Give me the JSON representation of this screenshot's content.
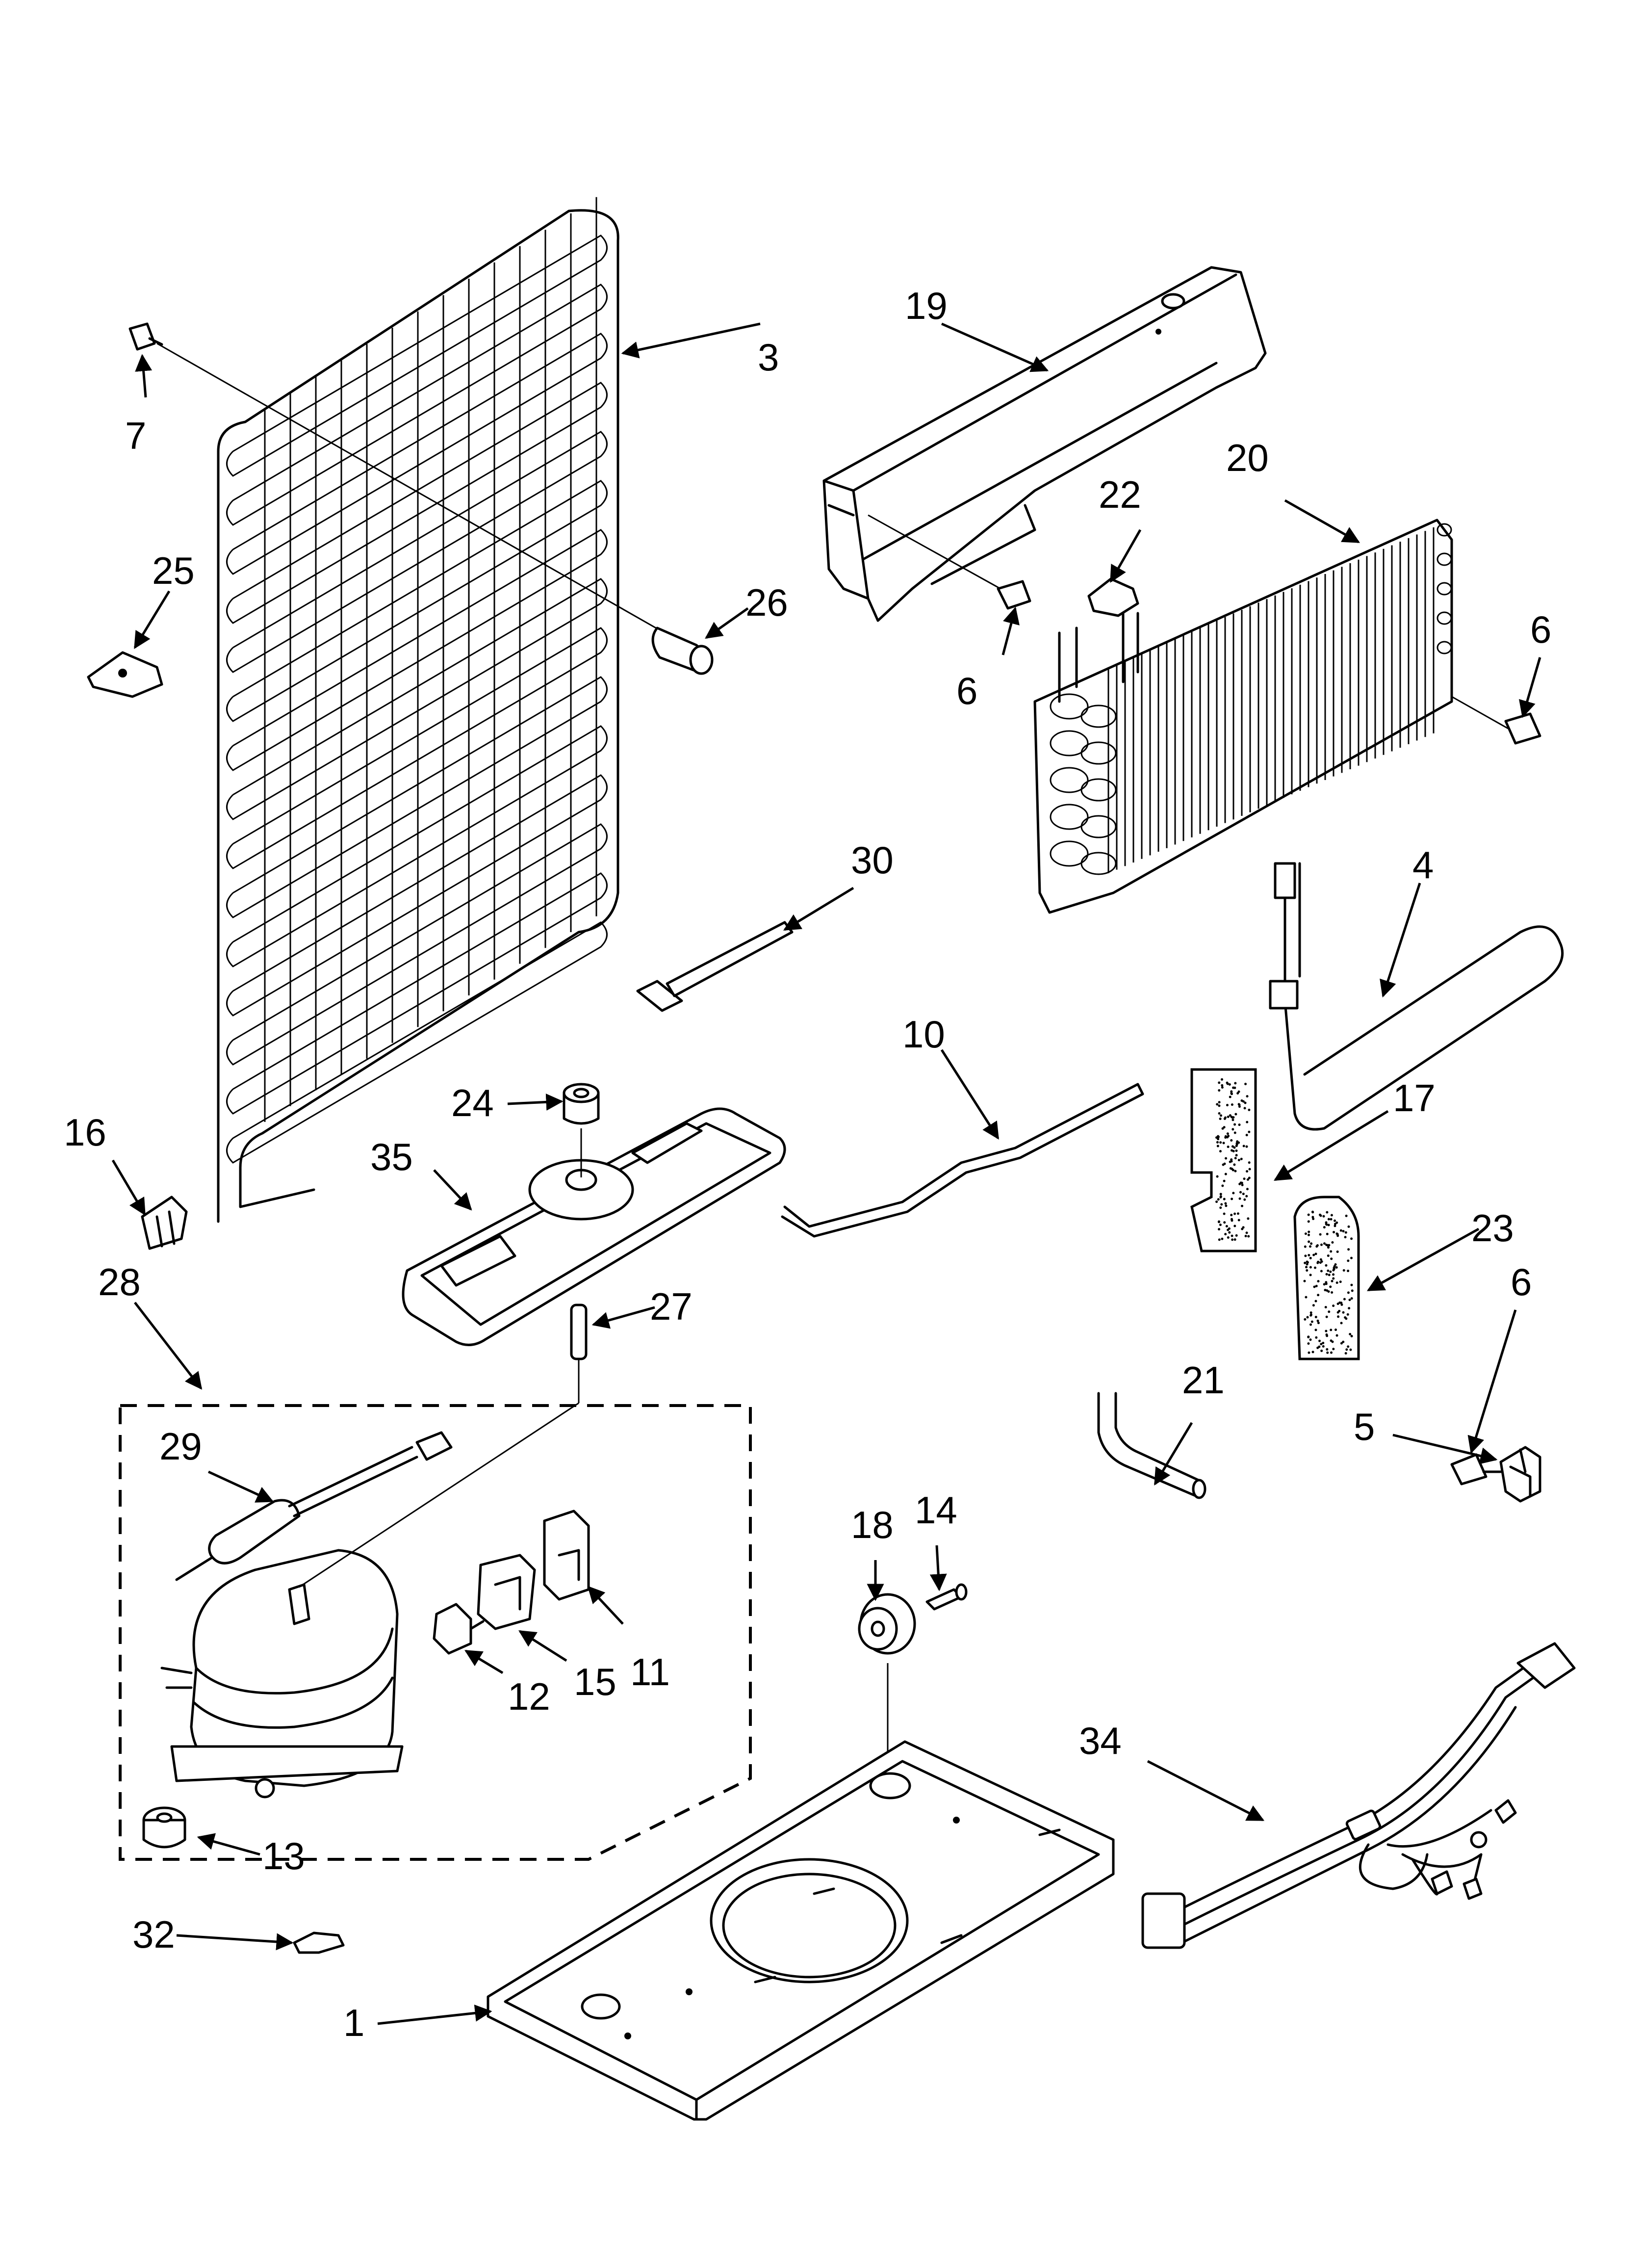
{
  "callouts": [
    {
      "id": "c1",
      "label": "1"
    },
    {
      "id": "c3",
      "label": "3"
    },
    {
      "id": "c4",
      "label": "4"
    },
    {
      "id": "c5",
      "label": "5"
    },
    {
      "id": "c6a",
      "label": "6"
    },
    {
      "id": "c6b",
      "label": "6"
    },
    {
      "id": "c6c",
      "label": "6"
    },
    {
      "id": "c7",
      "label": "7"
    },
    {
      "id": "c10",
      "label": "10"
    },
    {
      "id": "c11",
      "label": "11"
    },
    {
      "id": "c12",
      "label": "12"
    },
    {
      "id": "c13",
      "label": "13"
    },
    {
      "id": "c14",
      "label": "14"
    },
    {
      "id": "c15",
      "label": "15"
    },
    {
      "id": "c16",
      "label": "16"
    },
    {
      "id": "c17",
      "label": "17"
    },
    {
      "id": "c18",
      "label": "18"
    },
    {
      "id": "c19",
      "label": "19"
    },
    {
      "id": "c20",
      "label": "20"
    },
    {
      "id": "c21",
      "label": "21"
    },
    {
      "id": "c22",
      "label": "22"
    },
    {
      "id": "c23",
      "label": "23"
    },
    {
      "id": "c24",
      "label": "24"
    },
    {
      "id": "c25",
      "label": "25"
    },
    {
      "id": "c26",
      "label": "26"
    },
    {
      "id": "c27",
      "label": "27"
    },
    {
      "id": "c28",
      "label": "28"
    },
    {
      "id": "c29",
      "label": "29"
    },
    {
      "id": "c30",
      "label": "30"
    },
    {
      "id": "c32",
      "label": "32"
    },
    {
      "id": "c34",
      "label": "34"
    },
    {
      "id": "c35",
      "label": "35"
    }
  ]
}
